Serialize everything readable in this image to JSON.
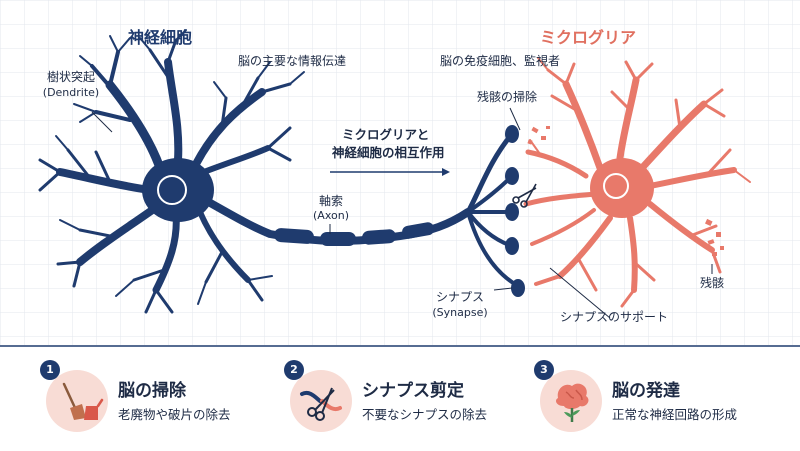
{
  "titles": {
    "neuron": "神経細胞",
    "microglia": "ミクログリア"
  },
  "subtitles": {
    "neuron": "脳の主要な情報伝達",
    "microglia": "脳の免疫細胞、監視者"
  },
  "labels": {
    "dendrite_jp": "樹状突起",
    "dendrite_en": "(Dendrite)",
    "axon_jp": "軸索",
    "axon_en": "(Axon)",
    "synapse_jp": "シナプス",
    "synapse_en": "(Synapse)",
    "debris_cleanup": "残骸の掃除",
    "debris": "残骸",
    "synapse_support": "シナプスのサポート",
    "interaction_line1": "ミクログリアと",
    "interaction_line2": "神経細胞の相互作用"
  },
  "colors": {
    "neuron": "#1f3b6e",
    "microglia": "#e8796a",
    "grid": "#e3e7ee"
  },
  "functions": [
    {
      "number": "1",
      "title": "脳の掃除",
      "desc": "老廃物や破片の除去",
      "icon": "broom-dustpan-icon"
    },
    {
      "number": "2",
      "title": "シナプス剪定",
      "desc": "不要なシナプスの除去",
      "icon": "scissors-synapse-icon"
    },
    {
      "number": "3",
      "title": "脳の発達",
      "desc": "正常な神経回路の形成",
      "icon": "brain-sprout-icon"
    }
  ]
}
